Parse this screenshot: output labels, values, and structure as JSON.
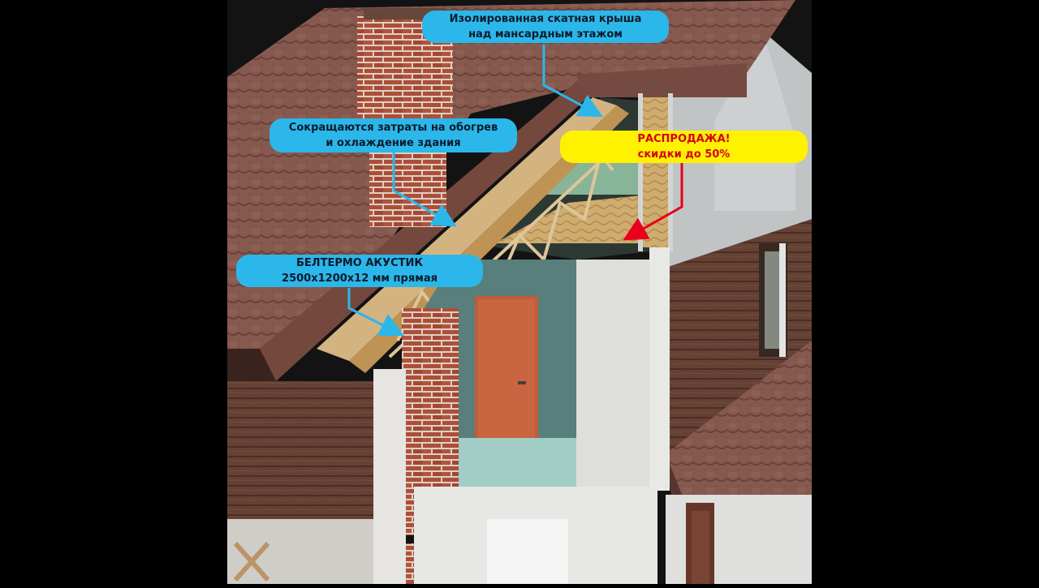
{
  "callouts": {
    "roof": {
      "line1": "Изолированная скатная крыша",
      "line2": "над мансардным этажом"
    },
    "savings": {
      "line1": "Сокращаются затраты на обогрев",
      "line2": "и охлаждение здания"
    },
    "sale": {
      "line1": "РАСПРОДАЖА!",
      "line2": "скидки до 50%"
    },
    "product": {
      "line1": "БЕЛТЕРМО АКУСТИК",
      "line2": "2500x1200x12 мм прямая"
    }
  },
  "colors": {
    "callout_blue": "#2bb7ea",
    "callout_yellow": "#fff200",
    "sale_text": "#d4001a",
    "arrow_blue": "#2bb7ea",
    "arrow_red": "#e8001c",
    "roof_tile": "#8a5a50",
    "brick": "#b8563f",
    "siding": "#6b4538",
    "door": "#c8603a",
    "insulation": "#d9b77a"
  }
}
